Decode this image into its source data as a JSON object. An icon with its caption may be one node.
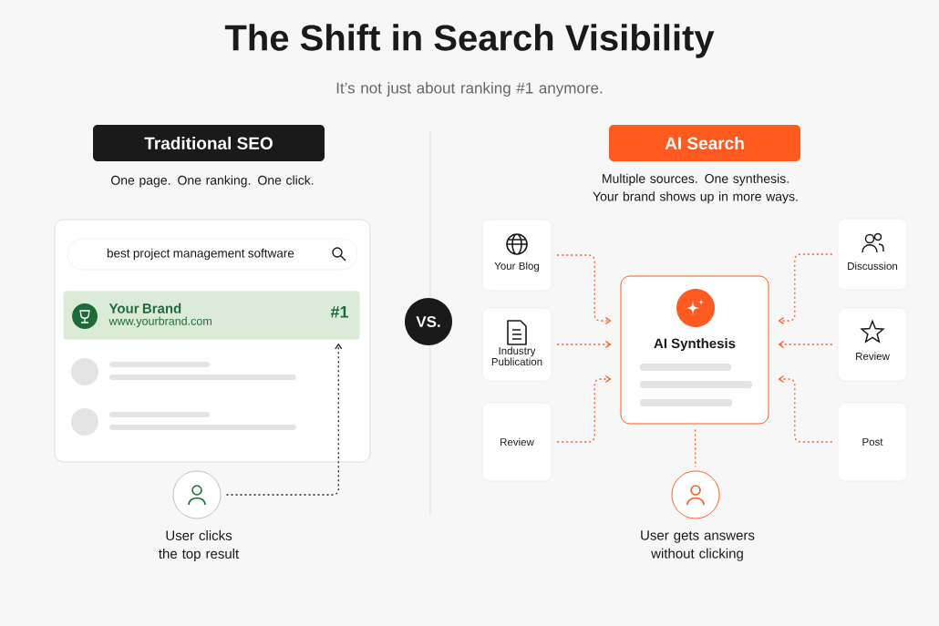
{
  "diagram": {
    "title": "The Shift in Search Visibility",
    "nodes": [
      {
        "text": [
          "Traditional SEO"
        ]
      },
      {
        "text": [
          "AI Search"
        ]
      },
      {
        "text": [],
        "shape": "box"
      },
      {
        "text": [
          "best project management software"
        ],
        "in": 2
      },
      {
        "text": [
          "Your Brand",
          "www.yourbrand.com",
          "#1"
        ],
        "in": 2
      },
      {
        "text": [],
        "shape": "circle",
        "beside": [
          "User clicks the top result"
        ]
      },
      {
        "text": [
          "VS."
        ]
      },
      {
        "text": [
          "Your Blog"
        ]
      },
      {
        "text": [
          "Industry Publication"
        ]
      },
      {
        "text": [
          "Review"
        ]
      },
      {
        "text": [
          "AI Synthesis"
        ]
      },
      {
        "text": [
          "Discussion"
        ]
      },
      {
        "text": [
          "Review"
        ]
      },
      {
        "text": [
          "Post"
        ]
      },
      {
        "text": [],
        "shape": "circle",
        "beside": [
          "User gets answers without clicking"
        ]
      }
    ],
    "edges": [
      {
        "from": 5,
        "to": 4,
        "arrow": "to",
        "style": "dashed",
        "color": "#222222"
      },
      {
        "from": 7,
        "to": 10,
        "arrow": "to",
        "style": "dashed"
      },
      {
        "from": 8,
        "to": 10,
        "arrow": "to",
        "style": "dashed"
      },
      {
        "from": 9,
        "to": 10,
        "arrow": "to",
        "style": "dashed"
      },
      {
        "from": 11,
        "to": 10,
        "arrow": "to",
        "style": "dashed"
      },
      {
        "from": 12,
        "to": 10,
        "arrow": "to",
        "style": "dashed"
      },
      {
        "from": 13,
        "to": 10,
        "arrow": "to",
        "style": "dashed"
      },
      {
        "from": 10,
        "to": 14,
        "arrow": "none",
        "style": "dashed"
      }
    ],
    "labels": [
      "It’s not just about ranking #1 anymore.",
      "One page. One ranking. One click.",
      "Multiple sources. One synthesis. Your brand shows up in more ways."
    ]
  }
}
